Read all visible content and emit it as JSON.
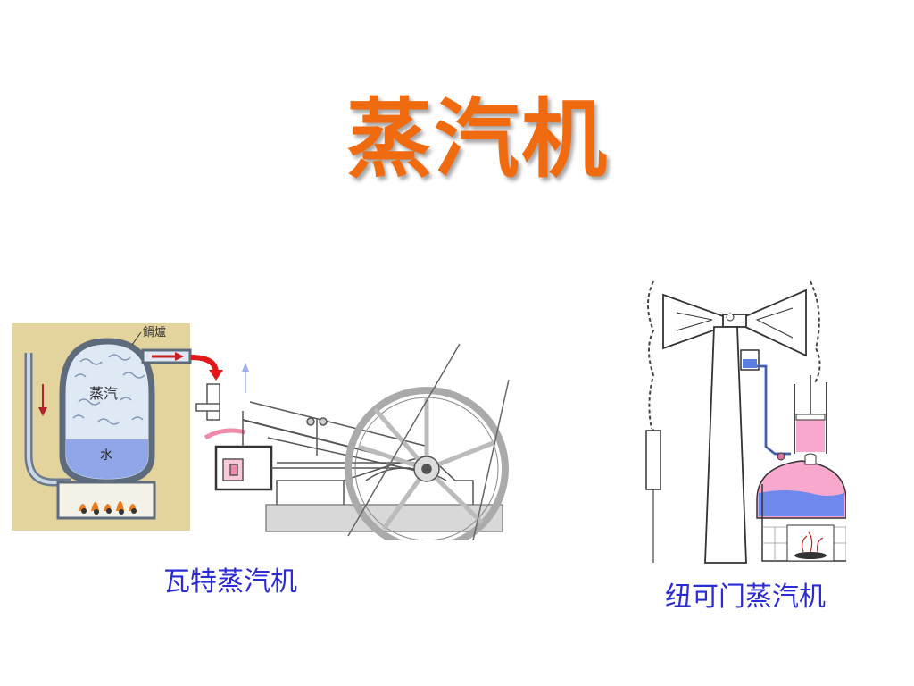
{
  "slide": {
    "title": "蒸汽机",
    "left_figure": {
      "caption": "瓦特蒸汽机",
      "boiler_label": "鍋爐",
      "steam_label": "蒸汽",
      "water_label": "水"
    },
    "right_figure": {
      "caption": "纽可门蒸汽机"
    }
  }
}
